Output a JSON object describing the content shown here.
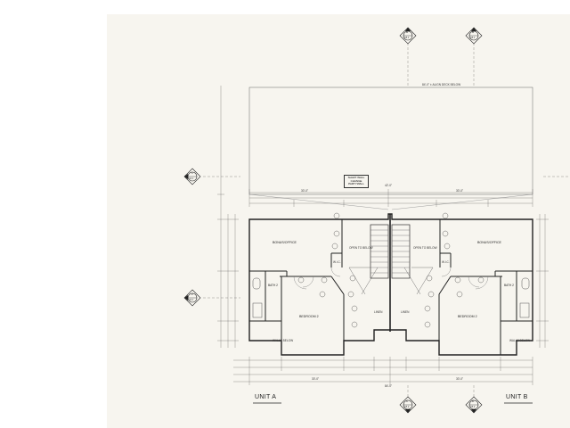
{
  "units": {
    "a": "UNIT A",
    "b": "UNIT B"
  },
  "dimensions": {
    "top_overall": "84'-0\" ± ALIGN DECK BELOW",
    "top_left": "30'-0\"",
    "top_mid": "42'-0\"",
    "top_right": "30'-0\"",
    "bottom_overall": "84'-0\"",
    "bottom_left": "30'-0\"",
    "bottom_right": "30'-0\""
  },
  "rooms": {
    "bonus_office_a": "BONUS/OFFICE",
    "bonus_office_b": "BONUS/OFFICE",
    "bath2_a": "BATH 2",
    "bath2_b": "BATH 2",
    "bedroom_a": "BEDROOM 2",
    "bedroom_b": "BEDROOM 2",
    "open_below_a": "OPEN TO BELOW",
    "open_below_b": "OPEN TO BELOW",
    "walls_below_a": "WALLS BELOW",
    "walls_below_b": "WALLS BELOW",
    "linen_a": "LINEN",
    "linen_b": "LINEN",
    "closet_a": "W.I.C.",
    "closet_b": "W.I.C."
  },
  "notes": {
    "party_wall": "SHAFT WALL CHANGE PARTYWALL"
  },
  "section_markers": [
    {
      "id": "s1",
      "num": "A",
      "sheet": "A5.1"
    },
    {
      "id": "s2",
      "num": "B",
      "sheet": "A5.1"
    },
    {
      "id": "s3",
      "num": "1",
      "sheet": "A4.1"
    },
    {
      "id": "s4",
      "num": "2",
      "sheet": "A4.1"
    },
    {
      "id": "s5",
      "num": "C",
      "sheet": "A5.2"
    },
    {
      "id": "s6",
      "num": "D",
      "sheet": "A5.2"
    }
  ],
  "colors": {
    "sheet": "#f7f5ef",
    "ink": "#333333"
  }
}
